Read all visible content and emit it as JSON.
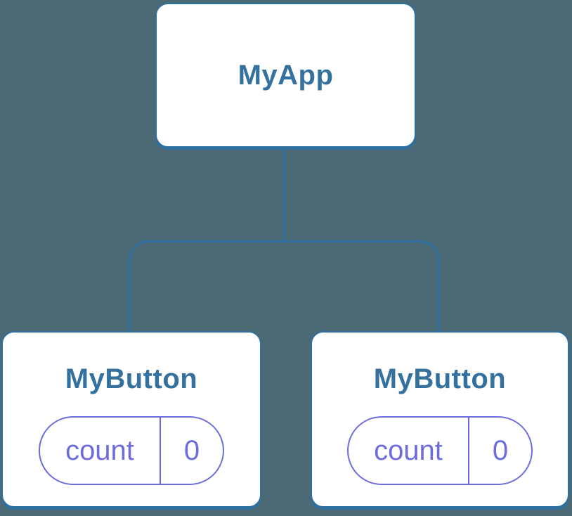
{
  "diagram": {
    "background": "#4b6a76",
    "colors": {
      "node_stroke": "#2e6f9f",
      "node_label": "#35719f",
      "state_stroke": "#6c6cdd",
      "card_background": "#ffffff"
    },
    "root": {
      "label": "MyApp"
    },
    "children": [
      {
        "label": "MyButton",
        "state": {
          "key": "count",
          "value": "0"
        }
      },
      {
        "label": "MyButton",
        "state": {
          "key": "count",
          "value": "0"
        }
      }
    ]
  }
}
